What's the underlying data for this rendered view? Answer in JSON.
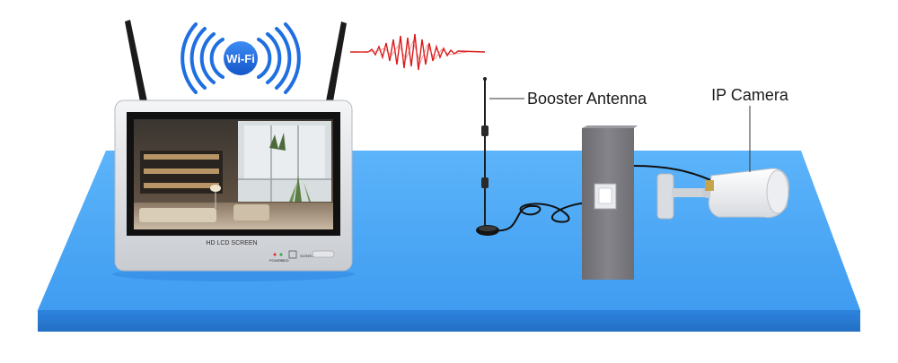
{
  "wifi": {
    "label": "Wi-Fi",
    "color": "#1f6fe0"
  },
  "nvr_monitor": {
    "screen_label": "HD LCD SCREEN",
    "power_label": "POWER",
    "hdd_label": "HDD",
    "screen_button_label": "SCREEN"
  },
  "callouts": {
    "booster_antenna": "Booster Antenna",
    "ip_camera": "IP Camera"
  },
  "colors": {
    "platform_top": "#4da8f5",
    "platform_front": "#2f86e0",
    "signal_wave": "#d91b1b",
    "wall": "#7c7c80"
  }
}
